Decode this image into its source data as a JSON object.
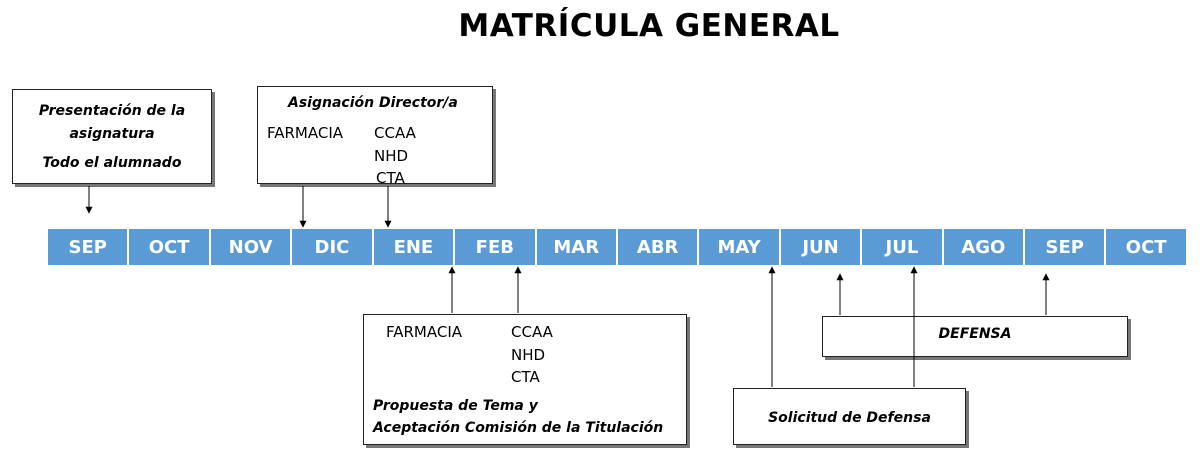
{
  "title": "MATRÍCULA GENERAL",
  "months": [
    "SEP",
    "OCT",
    "NOV",
    "DIC",
    "ENE",
    "FEB",
    "MAR",
    "ABR",
    "MAY",
    "JUN",
    "JUL",
    "AGO",
    "SEP",
    "OCT"
  ],
  "presentacion": {
    "line1": "Presentación de la",
    "line2": "asignatura",
    "line3": "Todo el alumnado"
  },
  "asignacion": {
    "title": "Asignación Director/a",
    "left": "FARMACIA",
    "items": [
      "CCAA",
      "NHD",
      "CTA"
    ]
  },
  "propuesta": {
    "left": "FARMACIA",
    "items": [
      "CCAA",
      "NHD",
      "CTA"
    ],
    "line1": "Propuesta de Tema y",
    "line2": "Aceptación Comisión de la Titulación"
  },
  "defensa": {
    "label": "DEFENSA"
  },
  "solicitud": {
    "label": "Solicitud de Defensa"
  },
  "colors": {
    "timeline": "#5b9bd5",
    "month_text": "#ffffff"
  }
}
